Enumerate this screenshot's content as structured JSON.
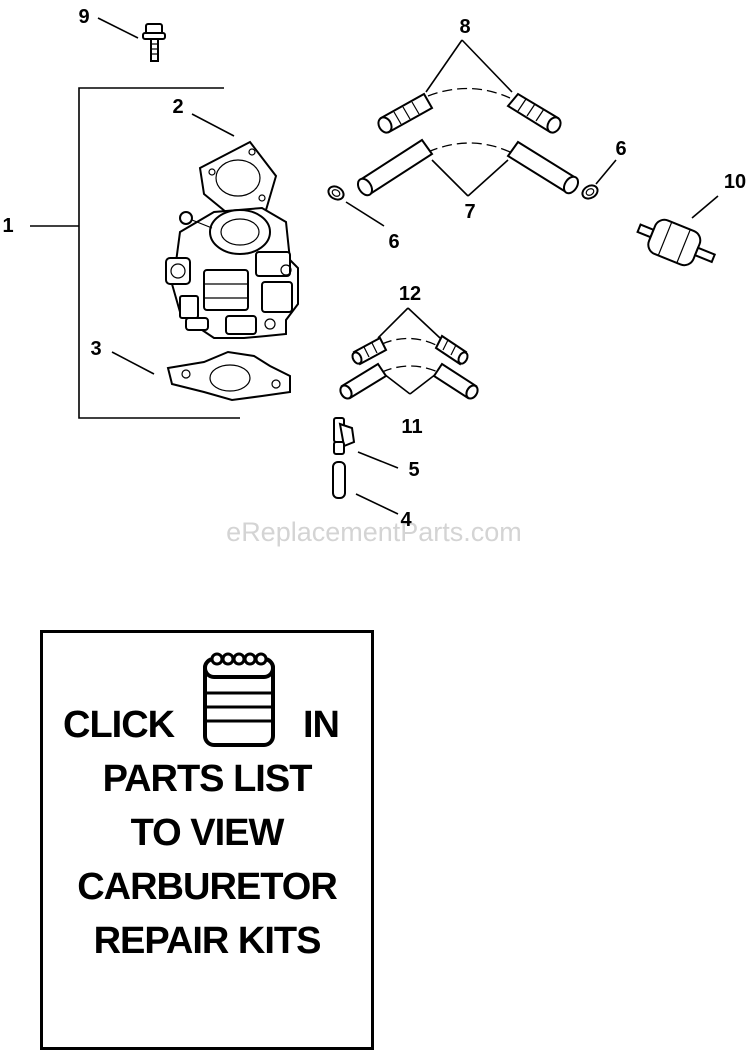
{
  "diagram": {
    "callouts": {
      "c1": "1",
      "c2": "2",
      "c3": "3",
      "c4": "4",
      "c5": "5",
      "c6a": "6",
      "c6b": "6",
      "c7": "7",
      "c8": "8",
      "c9": "9",
      "c10": "10",
      "c11": "11",
      "c12": "12"
    },
    "watermark": "eReplacementParts.com"
  },
  "notice": {
    "word_click": "CLICK",
    "icon": "notepad-icon",
    "word_in": "IN",
    "line2": "PARTS LIST",
    "line3": "TO VIEW",
    "line4": "CARBURETOR",
    "line5": "REPAIR KITS"
  }
}
